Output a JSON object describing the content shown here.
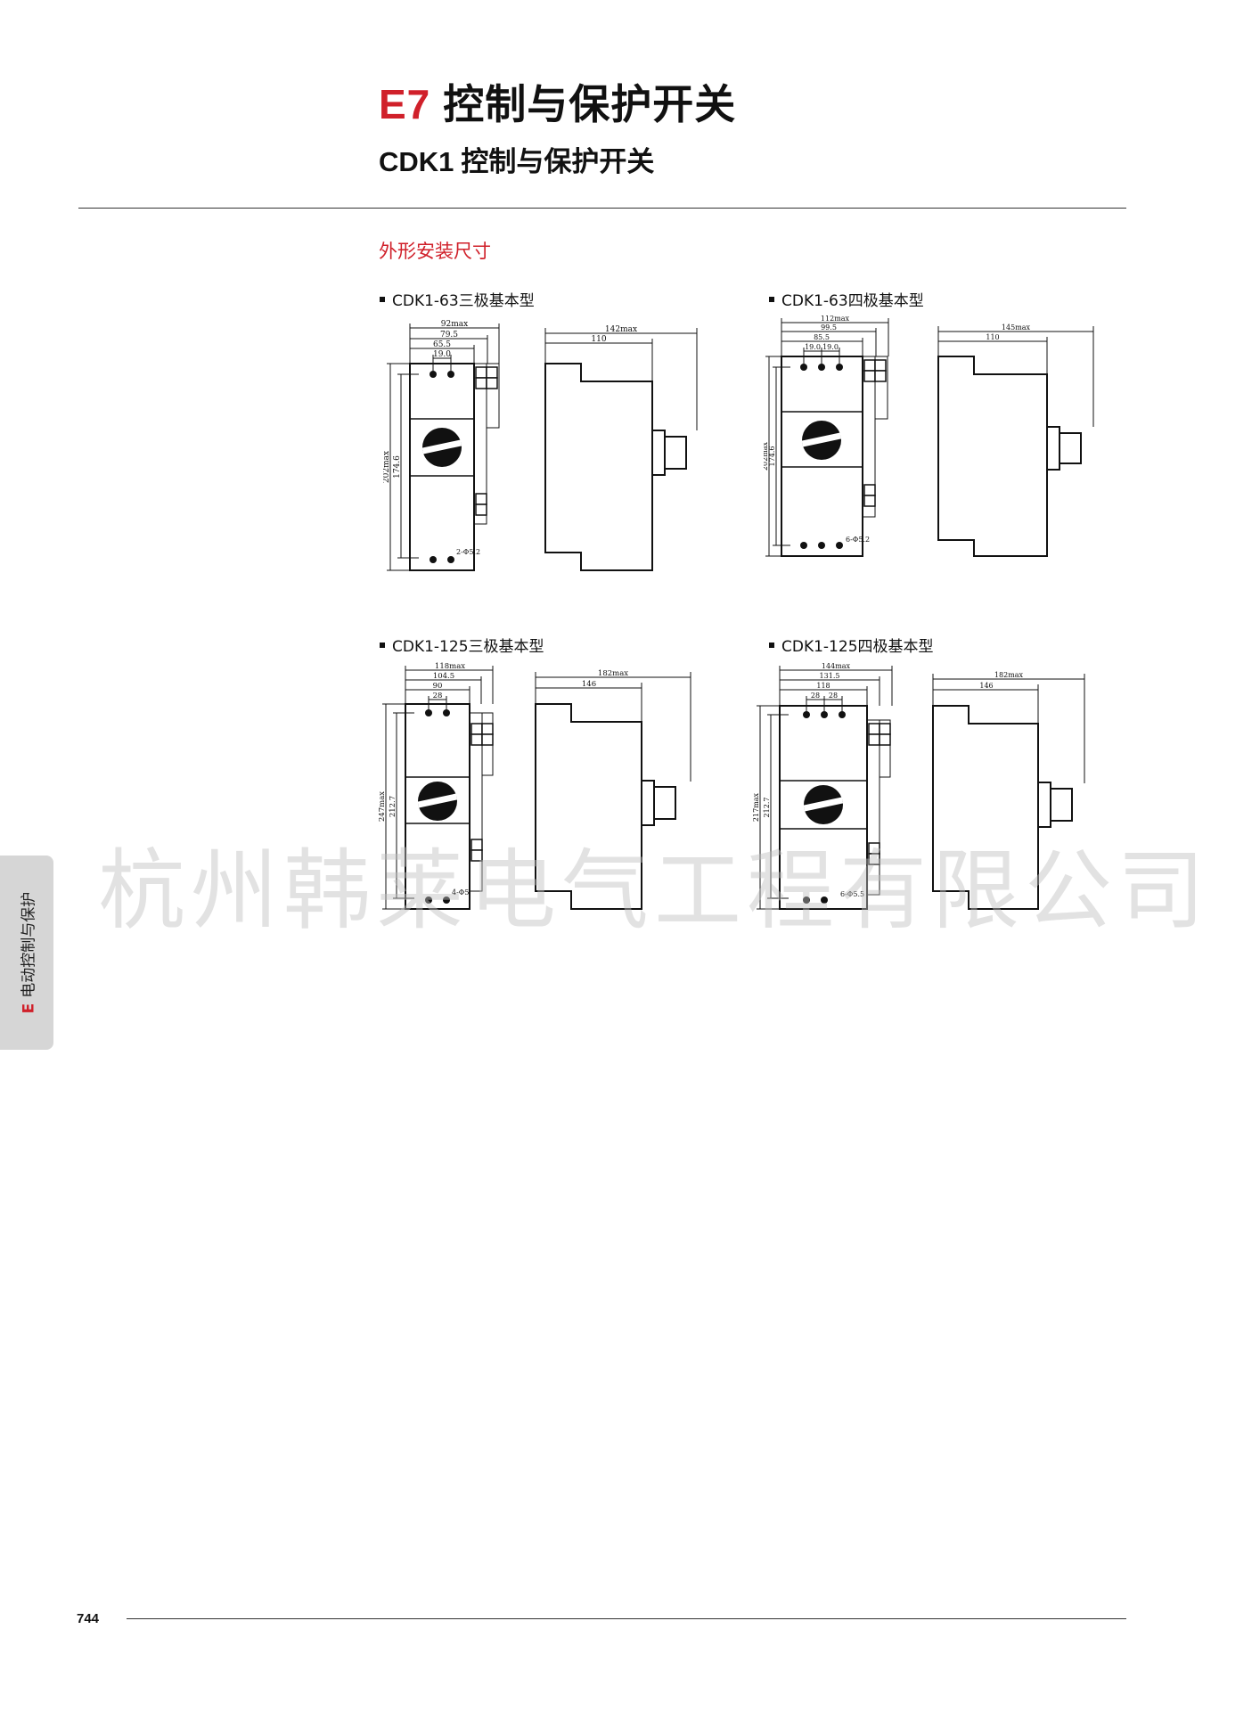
{
  "header": {
    "title_code": "E7",
    "title_text": "控制与保护开关",
    "subtitle_code": "CDK1",
    "subtitle_text": "控制与保护开关",
    "accent_color": "#d0202a"
  },
  "section_title": "外形安装尺寸",
  "figures": [
    {
      "caption": "CDK1-63三极基本型",
      "front_dims": {
        "w1": "92max",
        "w2": "79.5",
        "w3": "65.5",
        "w4": "19.0",
        "h_outer": "202max",
        "h_inner": "174.6",
        "hole": "2-Φ5.2"
      },
      "side_dims": {
        "d1": "142max",
        "d2": "110"
      }
    },
    {
      "caption": "CDK1-63四极基本型",
      "front_dims": {
        "w1": "112max",
        "w2": "99.5",
        "w3": "85.5",
        "w4": "19.0",
        "w5": "19.0",
        "h_outer": "202max",
        "h_inner": "174.6",
        "hole": "6-Φ5.2"
      },
      "side_dims": {
        "d1": "145max",
        "d2": "110"
      }
    },
    {
      "caption": "CDK1-125三极基本型",
      "front_dims": {
        "w1": "118max",
        "w2": "104.5",
        "w3": "90",
        "w4": "28",
        "h_outer": "247max",
        "h_inner": "212.7",
        "hole": "4-Φ5"
      },
      "side_dims": {
        "d1": "182max",
        "d2": "146"
      }
    },
    {
      "caption": "CDK1-125四极基本型",
      "front_dims": {
        "w1": "144max",
        "w2": "131.5",
        "w3": "118",
        "w4": "28",
        "w5": "28",
        "h_outer": "217max",
        "h_inner": "212.7",
        "hole": "6-Φ5.5"
      },
      "side_dims": {
        "d1": "182max",
        "d2": "146"
      }
    }
  ],
  "watermark": "杭州韩莱电气工程有限公司",
  "side_tab": {
    "letter": "E",
    "text": "电动控制与保护"
  },
  "page_number": "744"
}
